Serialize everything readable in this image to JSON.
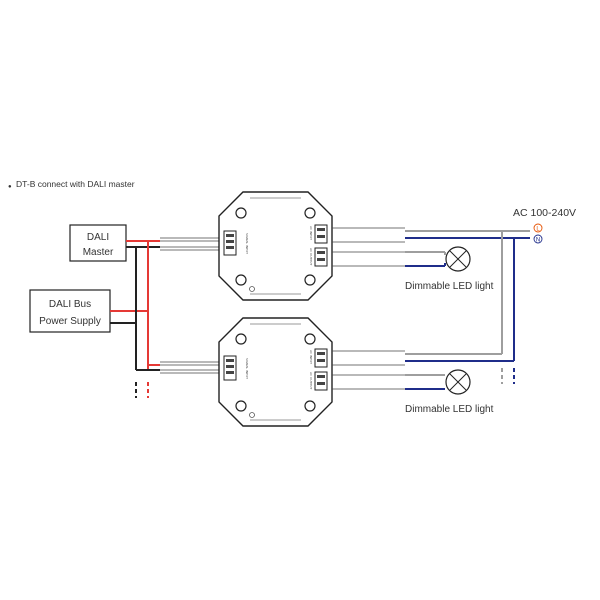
{
  "header": {
    "bullet": "●",
    "title": "DT-B connect with DALI master"
  },
  "dali_master": {
    "line1": "DALI",
    "line2": "Master"
  },
  "dali_psu": {
    "line1": "DALI Bus",
    "line2": "Power Supply"
  },
  "ac": {
    "label": "AC 100-240V",
    "live": "L",
    "neutral": "N"
  },
  "lamps": [
    {
      "label": "Dimmable LED light"
    },
    {
      "label": "Dimmable LED light"
    }
  ],
  "drivers": [
    {
      "left_label": "SIGNAL INPUT",
      "right_top": "AC INPUT",
      "right_bottom": "AC OUTPUT"
    },
    {
      "left_label": "SIGNAL INPUT",
      "right_top": "AC INPUT",
      "right_bottom": "AC OUTPUT"
    }
  ],
  "colors": {
    "dali_red": "#e53935",
    "dali_black": "#222222",
    "live_gray": "#9e9e9e",
    "neutral_blue": "#1f2d8a",
    "live_symbol": "#e65100"
  }
}
